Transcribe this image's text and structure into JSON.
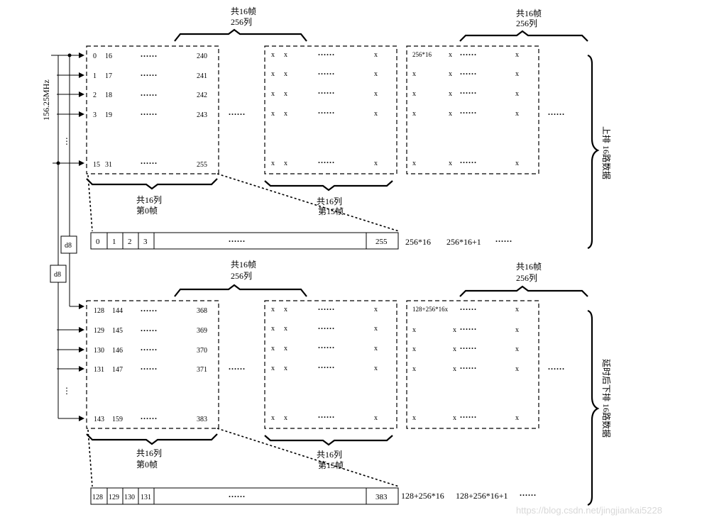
{
  "labels": {
    "clock": "156.25MHz",
    "frames16": "共16帧",
    "cols256": "256列",
    "cols16": "共16列",
    "frame0": "第0帧",
    "frame15": "第15帧",
    "dots": "......",
    "vdots": "⋮",
    "x": "x",
    "d8": "d8",
    "upper_side": "上排 16路数据",
    "lower_side": "延时后下排 16路数据"
  },
  "upper": {
    "f0_rows": [
      [
        "0",
        "16",
        "240"
      ],
      [
        "1",
        "17",
        "241"
      ],
      [
        "2",
        "18",
        "242"
      ],
      [
        "3",
        "19",
        "243"
      ]
    ],
    "f0_last": [
      "15",
      "31",
      "255"
    ],
    "f2_first": "256*16",
    "seq": [
      "0",
      "1",
      "2",
      "3"
    ],
    "seq_end": "255",
    "after1": "256*16",
    "after2": "256*16+1"
  },
  "lower": {
    "f0_rows": [
      [
        "128",
        "144",
        "368"
      ],
      [
        "129",
        "145",
        "369"
      ],
      [
        "130",
        "146",
        "370"
      ],
      [
        "131",
        "147",
        "371"
      ]
    ],
    "f0_last": [
      "143",
      "159",
      "383"
    ],
    "f2_first": "128+256*16x",
    "seq": [
      "128",
      "129",
      "130",
      "131"
    ],
    "seq_end": "383",
    "after1": "128+256*16",
    "after2": "128+256*16+1"
  },
  "watermark": "https://blog.csdn.net/jingjiankai5228"
}
